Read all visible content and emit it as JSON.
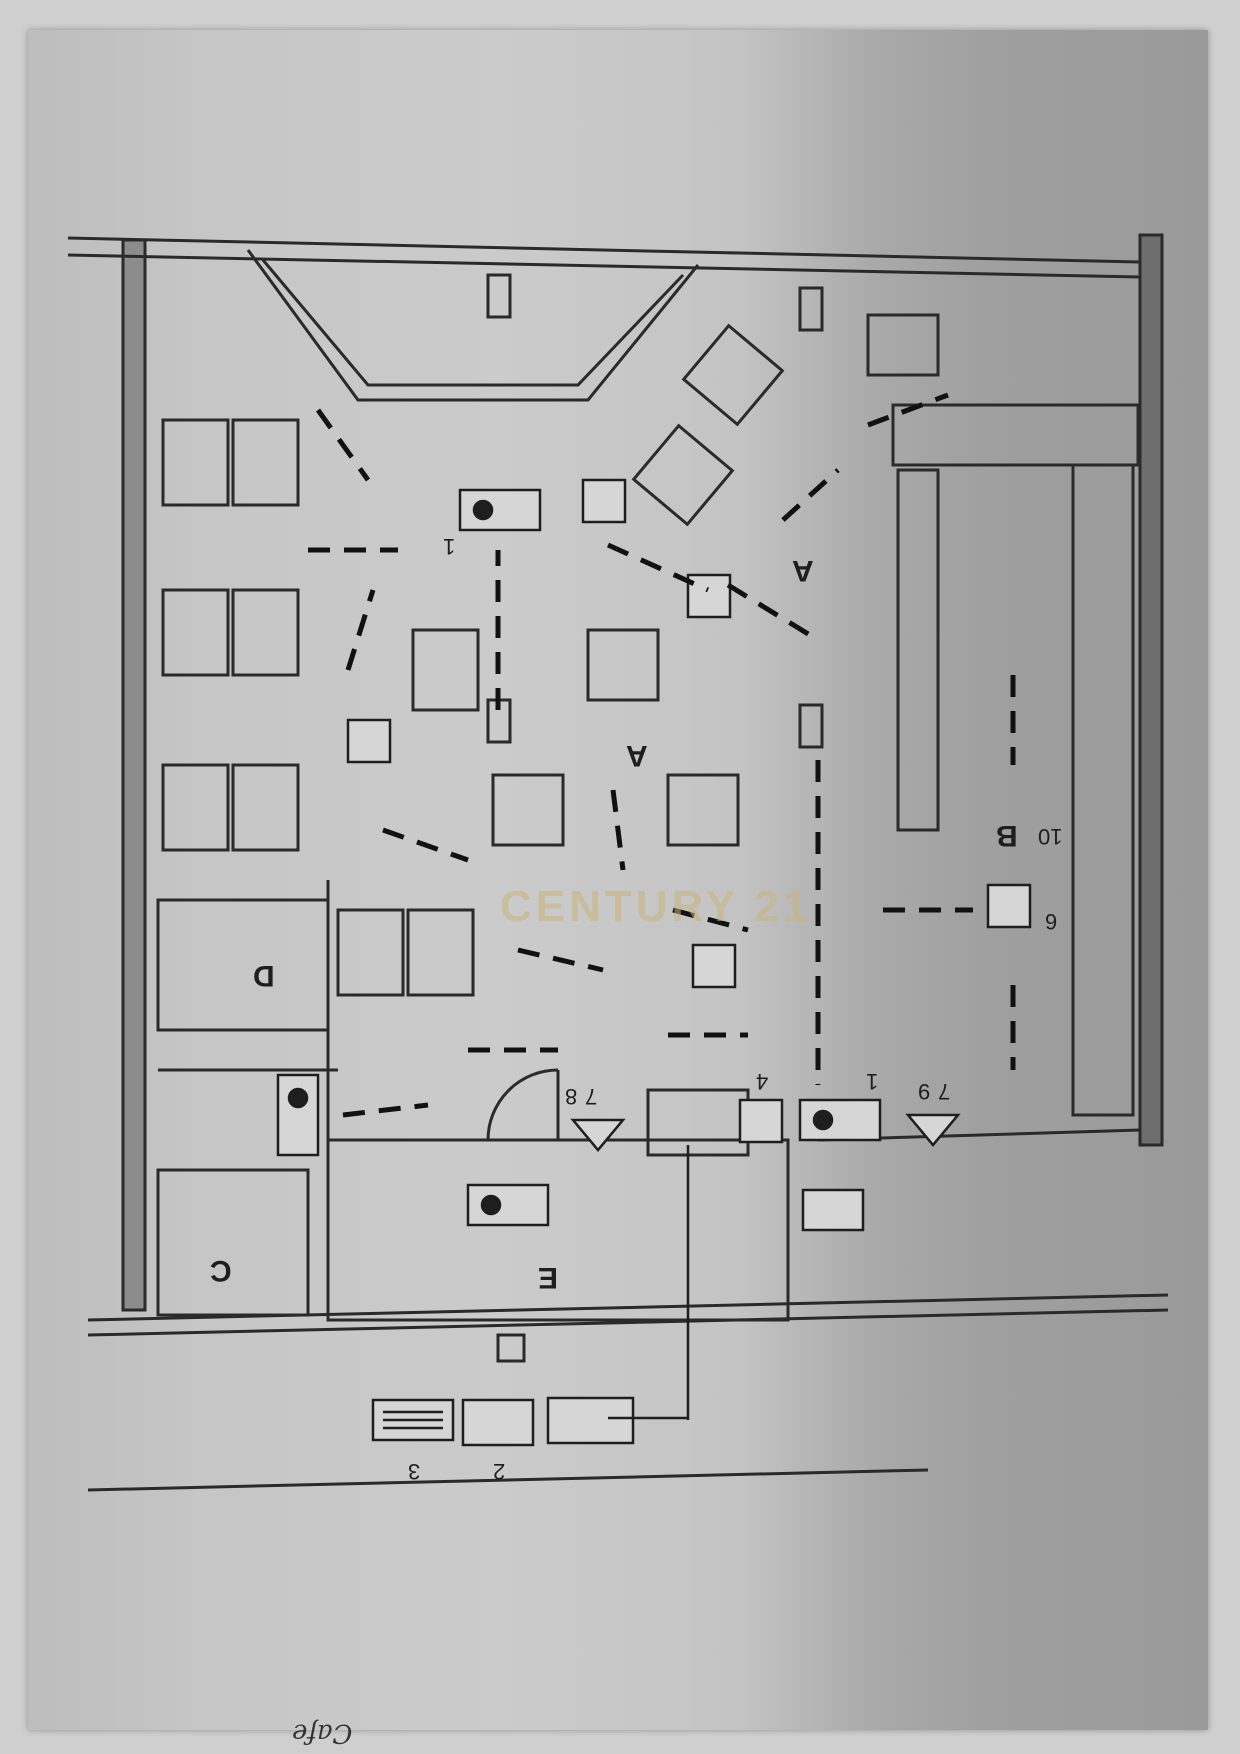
{
  "labels": {
    "zone_a_top": "A",
    "zone_a_center": "A",
    "zone_b": "B",
    "zone_c": "C",
    "zone_d": "D",
    "zone_e": "E"
  },
  "numbers": {
    "n1_top": "1",
    "n1_bottom": "1",
    "n2_legend": "2",
    "n3_legend": "3",
    "n4": "4",
    "n6": "6",
    "n7_bottom": "7",
    "n7_right": "7",
    "n8": "8",
    "n9": "9",
    "n10": "10"
  },
  "watermark": "CENTURY 21",
  "signature": "Cafe",
  "colors": {
    "ink": "#2a2a2a",
    "paper_light": "#cbcbcb",
    "paper_dark": "#9a9a9a",
    "watermark": "#c9b47a"
  },
  "icons": [
    "electric-panel-icon",
    "sprinkler-icon",
    "extinguisher-icon",
    "exit-sign-icon",
    "fire-alarm-icon"
  ]
}
